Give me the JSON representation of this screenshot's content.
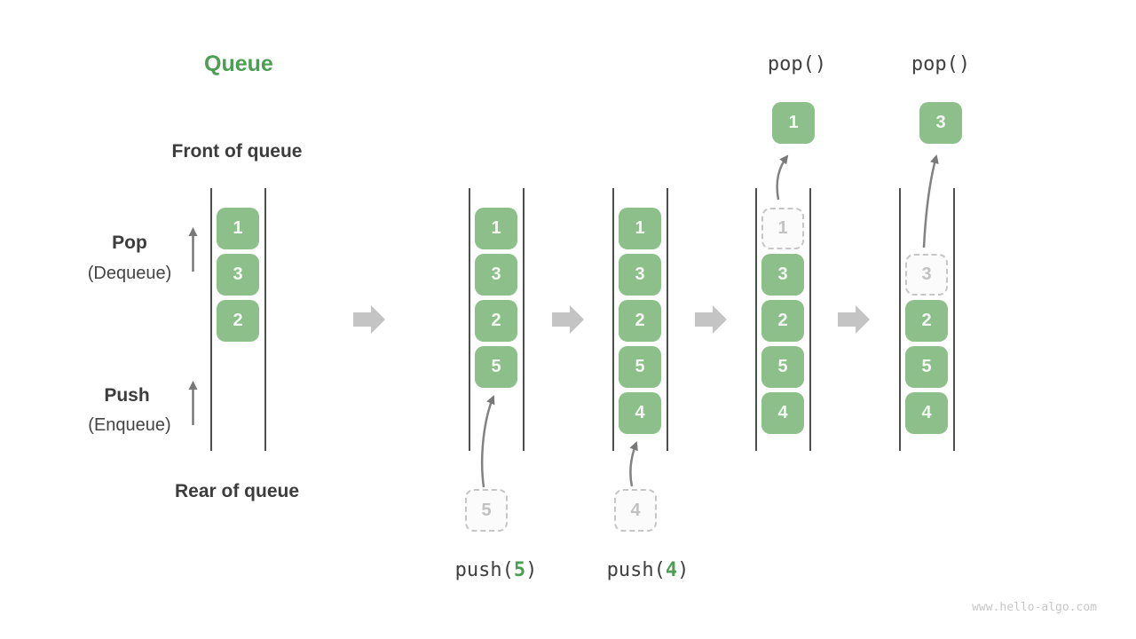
{
  "title": "Queue",
  "labels": {
    "front": "Front of queue",
    "rear": "Rear of queue",
    "pop": "Pop",
    "pop_sub": "(Dequeue)",
    "push": "Push",
    "push_sub": "(Enqueue)"
  },
  "colors": {
    "accent_green": "#4C9E52",
    "box_green": "#8CBF8A",
    "ghost_gray": "#C6C6C6",
    "arrow_block_gray": "#C4C4C4",
    "arrow_line_gray": "#787878",
    "wall_dark": "#4E4E4E"
  },
  "stages": [
    {
      "items": [
        "1",
        "3",
        "2"
      ]
    },
    {
      "items": [
        "1",
        "3",
        "2",
        "5"
      ],
      "pending": "5",
      "op_prefix": "push(",
      "op_arg": "5",
      "op_suffix": ")"
    },
    {
      "items": [
        "1",
        "3",
        "2",
        "5",
        "4"
      ],
      "pending": "4",
      "op_prefix": "push(",
      "op_arg": "4",
      "op_suffix": ")"
    },
    {
      "ghost": "1",
      "items": [
        "3",
        "2",
        "5",
        "4"
      ],
      "popped": "1",
      "op": "pop()"
    },
    {
      "ghost": "3",
      "items": [
        "2",
        "5",
        "4"
      ],
      "popped": "3",
      "op": "pop()"
    }
  ],
  "watermark": "www.hello-algo.com"
}
